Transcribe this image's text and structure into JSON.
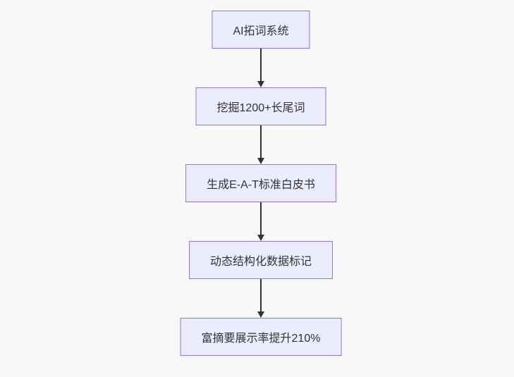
{
  "colors": {
    "bg": "#f8f8f8",
    "node-fill": "#ECECFF",
    "node-border": "#9370DB",
    "text": "#333333",
    "arrow": "#333333"
  },
  "flowchart": {
    "type": "vertical-flowchart",
    "nodes": [
      {
        "id": "A",
        "label": "AI拓词系统"
      },
      {
        "id": "B",
        "label": "挖掘1200+长尾词"
      },
      {
        "id": "C",
        "label": "生成E-A-T标准白皮书"
      },
      {
        "id": "D",
        "label": "动态结构化数据标记"
      },
      {
        "id": "E",
        "label": "富摘要展示率提升210%"
      }
    ],
    "edges": [
      {
        "from": "A",
        "to": "B"
      },
      {
        "from": "B",
        "to": "C"
      },
      {
        "from": "C",
        "to": "D"
      },
      {
        "from": "D",
        "to": "E"
      }
    ]
  }
}
